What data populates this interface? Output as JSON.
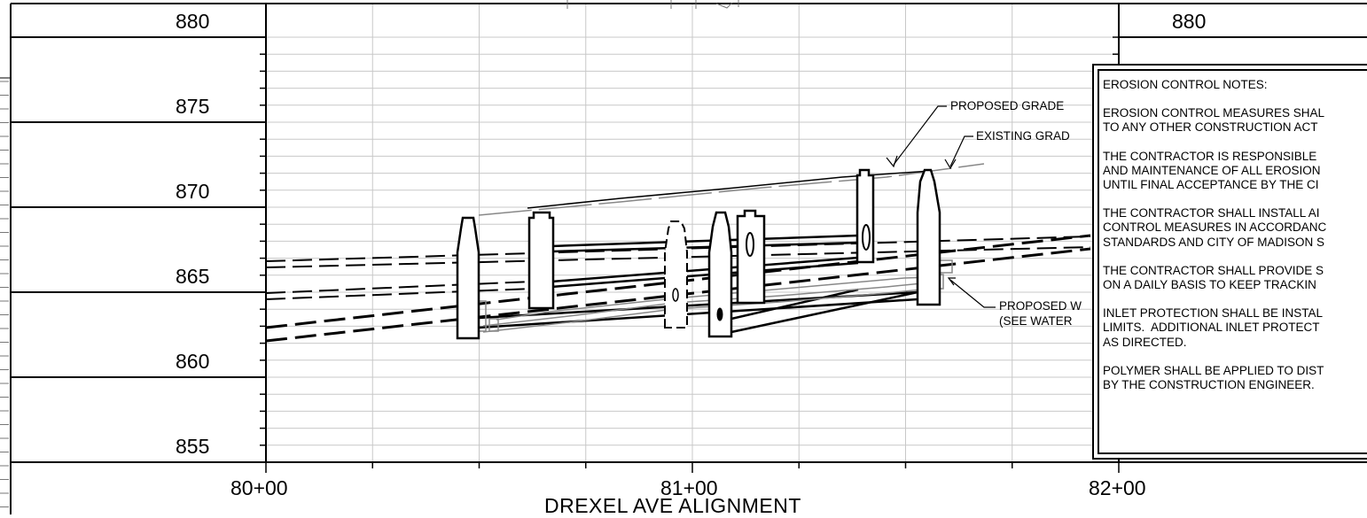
{
  "profile": {
    "elevations_left": [
      "880",
      "875",
      "870",
      "865",
      "860",
      "855"
    ],
    "elevation_right": "880",
    "stations": [
      "80+00",
      "81+00",
      "82+00"
    ],
    "alignment_title": "DREXEL AVE ALIGNMENT",
    "callouts": {
      "proposed_grade": "PROPOSED GRADE",
      "existing_grade": "EXISTING GRAD",
      "proposed_water_1": "PROPOSED W",
      "proposed_water_2": "(SEE WATER"
    }
  },
  "erosion_notes": {
    "title": "EROSION CONTROL NOTES:",
    "paragraphs": [
      "EROSION CONTROL MEASURES SHAL\nTO ANY OTHER CONSTRUCTION ACT",
      "THE CONTRACTOR IS RESPONSIBLE\nAND MAINTENANCE OF ALL EROSION\nUNTIL FINAL ACCEPTANCE BY THE CI",
      "THE CONTRACTOR SHALL INSTALL AI\nCONTROL MEASURES IN ACCORDANC\nSTANDARDS AND CITY OF MADISON S",
      "THE CONTRACTOR SHALL PROVIDE S\nON A DAILY BASIS TO KEEP TRACKIN",
      "INLET PROTECTION SHALL BE INSTAL\nLIMITS.  ADDITIONAL INLET PROTECT\nAS DIRECTED.",
      "POLYMER SHALL BE APPLIED TO DIST\nBY THE CONSTRUCTION ENGINEER."
    ]
  }
}
